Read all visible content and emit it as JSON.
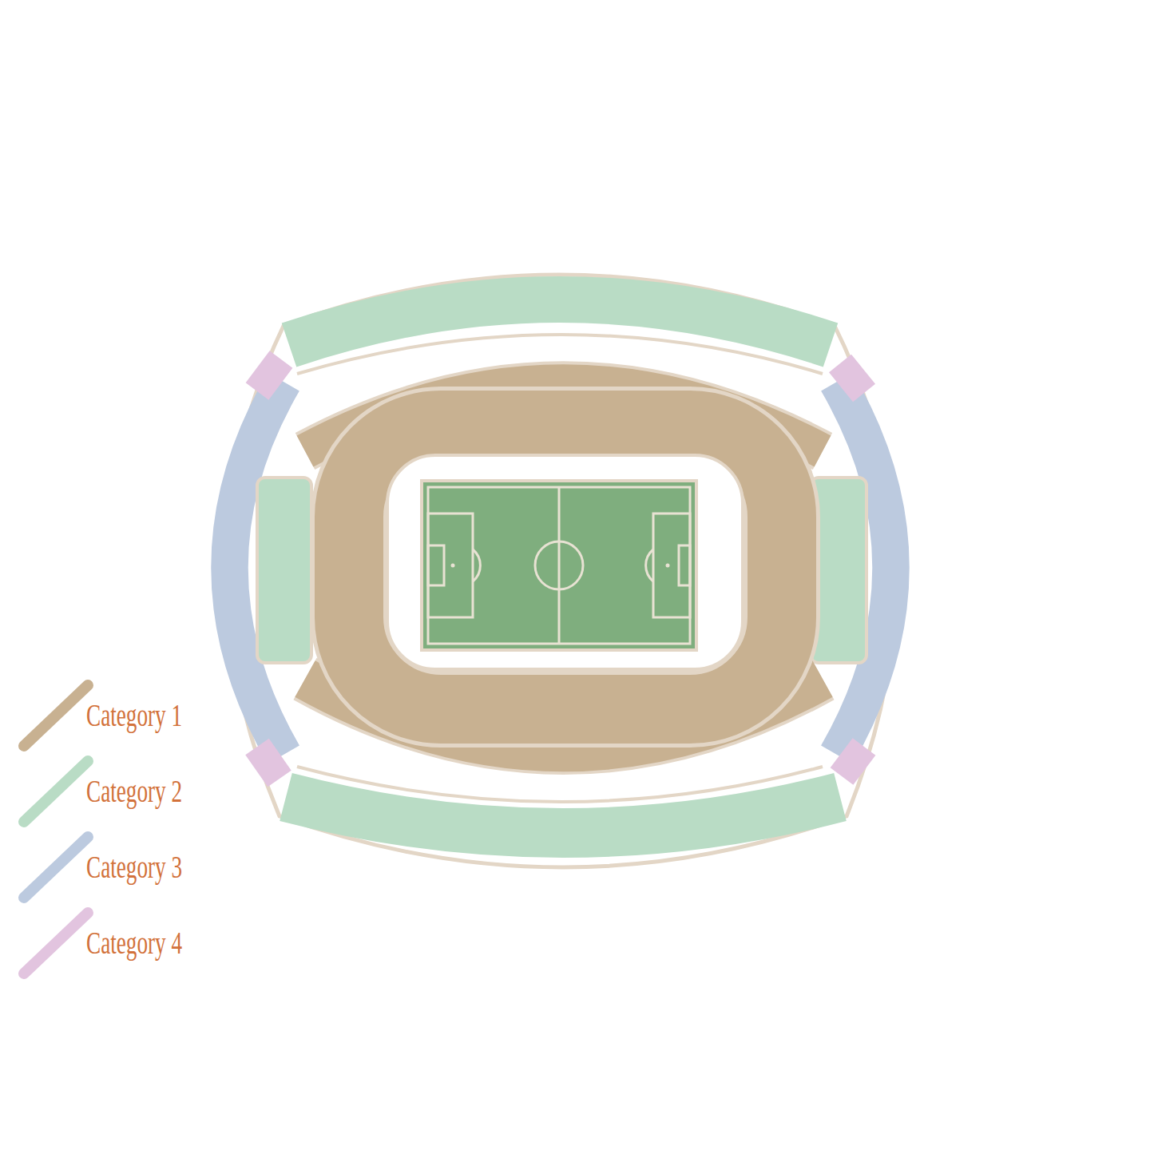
{
  "diagram": {
    "legend": [
      {
        "text": "Category 1",
        "color": "#c8b191"
      },
      {
        "text": "Category 2",
        "color": "#b9dcc5"
      },
      {
        "text": "Category 3",
        "color": "#bccadf"
      },
      {
        "text": "Category 4",
        "color": "#e2c4df"
      }
    ]
  }
}
